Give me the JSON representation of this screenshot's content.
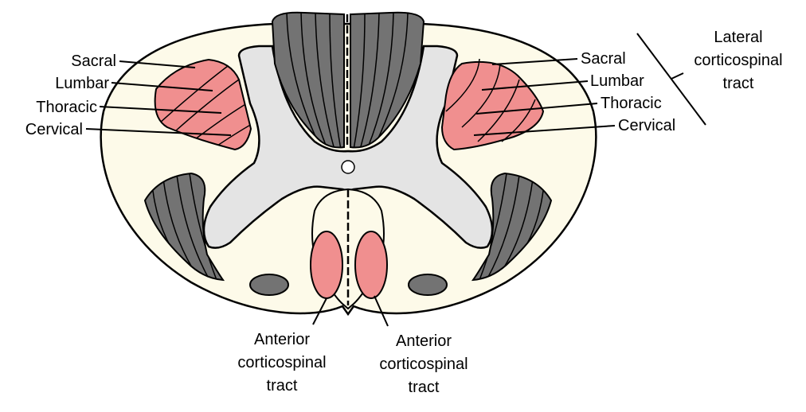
{
  "labels": {
    "left": {
      "sacral": "Sacral",
      "lumbar": "Lumbar",
      "thoracic": "Thoracic",
      "cervical": "Cervical"
    },
    "right": {
      "sacral": "Sacral",
      "lumbar": "Lumbar",
      "thoracic": "Thoracic",
      "cervical": "Cervical"
    },
    "lateral_tract": [
      "Lateral",
      "corticospinal",
      "tract"
    ],
    "anterior_left": [
      "Anterior",
      "corticospinal",
      "tract"
    ],
    "anterior_right": [
      "Anterior",
      "corticospinal",
      "tract"
    ]
  },
  "colors": {
    "white_matter": "#fdfae9",
    "gray_matter": "#e4e4e4",
    "dark_tract": "#737373",
    "corticospinal": "#f08f8f",
    "outline": "#000000",
    "background": "#ffffff"
  }
}
